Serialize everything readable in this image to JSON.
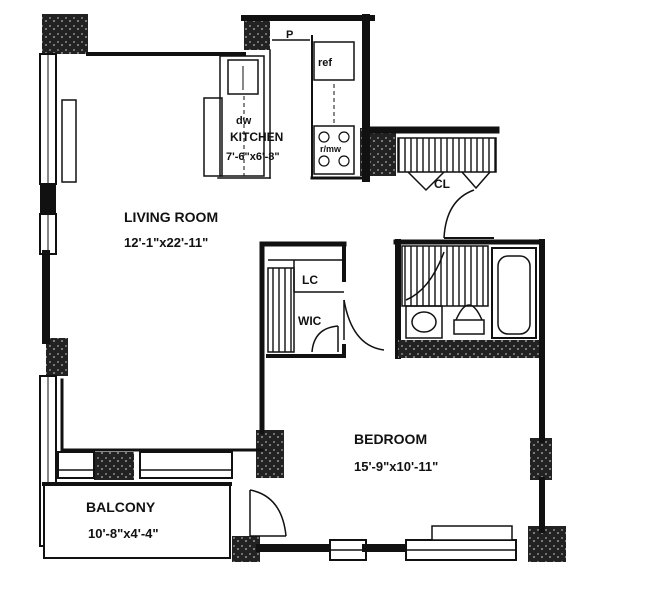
{
  "rooms": {
    "living": {
      "name": "LIVING ROOM",
      "dims": "12'-1\"x22'-11\""
    },
    "kitchen": {
      "name": "KITCHEN",
      "dims": "7'-6\"x6'-8\""
    },
    "bedroom": {
      "name": "BEDROOM",
      "dims": "15'-9\"x10'-11\""
    },
    "balcony": {
      "name": "BALCONY",
      "dims": "10'-8\"x4'-4\""
    }
  },
  "fixtures": {
    "pantry": "P",
    "refrigerator": "ref",
    "dishwasher": "dw",
    "range": "r/mw",
    "closet": "CL",
    "linen_closet": "LC",
    "walk_in_closet": "WIC"
  },
  "colors": {
    "wall": "#111111",
    "background": "#ffffff"
  }
}
